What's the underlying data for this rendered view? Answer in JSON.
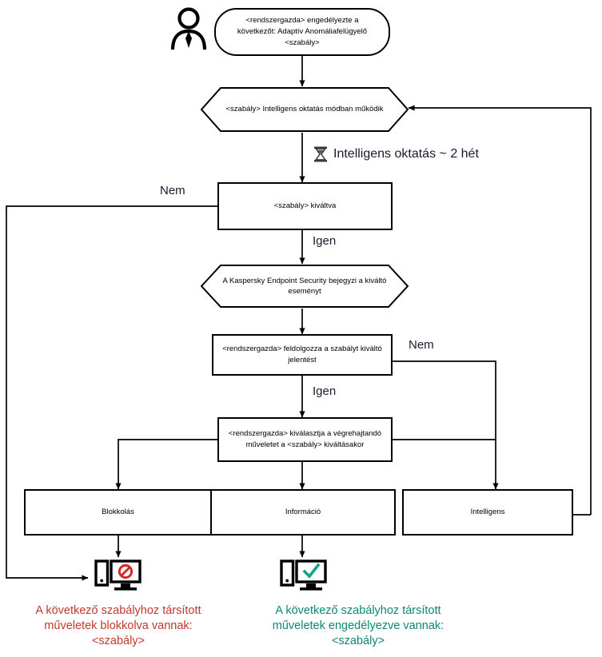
{
  "diagram": {
    "title": "Adaptive Anomaly Control rule workflow",
    "language": "hu",
    "colors": {
      "line": "#000000",
      "blocked_text": "#c0392b",
      "allowed_text": "#0f8577",
      "label_text": "#1a1a2e",
      "block_icon": "#d62828",
      "allow_icon": "#17a589"
    }
  },
  "actor": {
    "icon": "person-icon",
    "name": "administrator"
  },
  "nodes": {
    "start": {
      "shape": "terminator",
      "text": "<rendszergazda> engedélyezte a következőt: Adaptív Anomáliafelügyelő <szabály>"
    },
    "smart_mode": {
      "shape": "hexagon",
      "text": "<szabály> Intelligens oktatás módban működik"
    },
    "rule_triggered": {
      "shape": "process",
      "text": "<szabály> kiváltva"
    },
    "log_event": {
      "shape": "hexagon",
      "text": "A Kaspersky Endpoint Security bejegyzi a kiváltó eseményt"
    },
    "process_report": {
      "shape": "process",
      "text": "<rendszergazda>  feldolgozza a szabályt kiváltó jelentést"
    },
    "select_action": {
      "shape": "process",
      "text": "<rendszergazda> kiválasztja a végrehajtandó műveletet a <szabály> kiváltásakor"
    },
    "block": {
      "shape": "process",
      "text": "Blokkolás"
    },
    "inform": {
      "shape": "process",
      "text": "Információ"
    },
    "smart": {
      "shape": "process",
      "text": "Intelligens"
    }
  },
  "edge_labels": {
    "trigger_no": "Nem",
    "trigger_yes": "Igen",
    "report_no": "Nem",
    "report_yes": "Igen"
  },
  "timer": {
    "icon": "hourglass-icon",
    "text": "Intelligens oktatás ~ 2 hét"
  },
  "outcomes": {
    "blocked": {
      "icon": "computer-blocked-icon",
      "caption": "A következő szabályhoz társított\nműveletek blokkolva vannak:\n<szabály>"
    },
    "allowed": {
      "icon": "computer-allowed-icon",
      "caption": "A következő szabályhoz társított\nműveletek engedélyezve vannak:\n<szabály>"
    }
  }
}
